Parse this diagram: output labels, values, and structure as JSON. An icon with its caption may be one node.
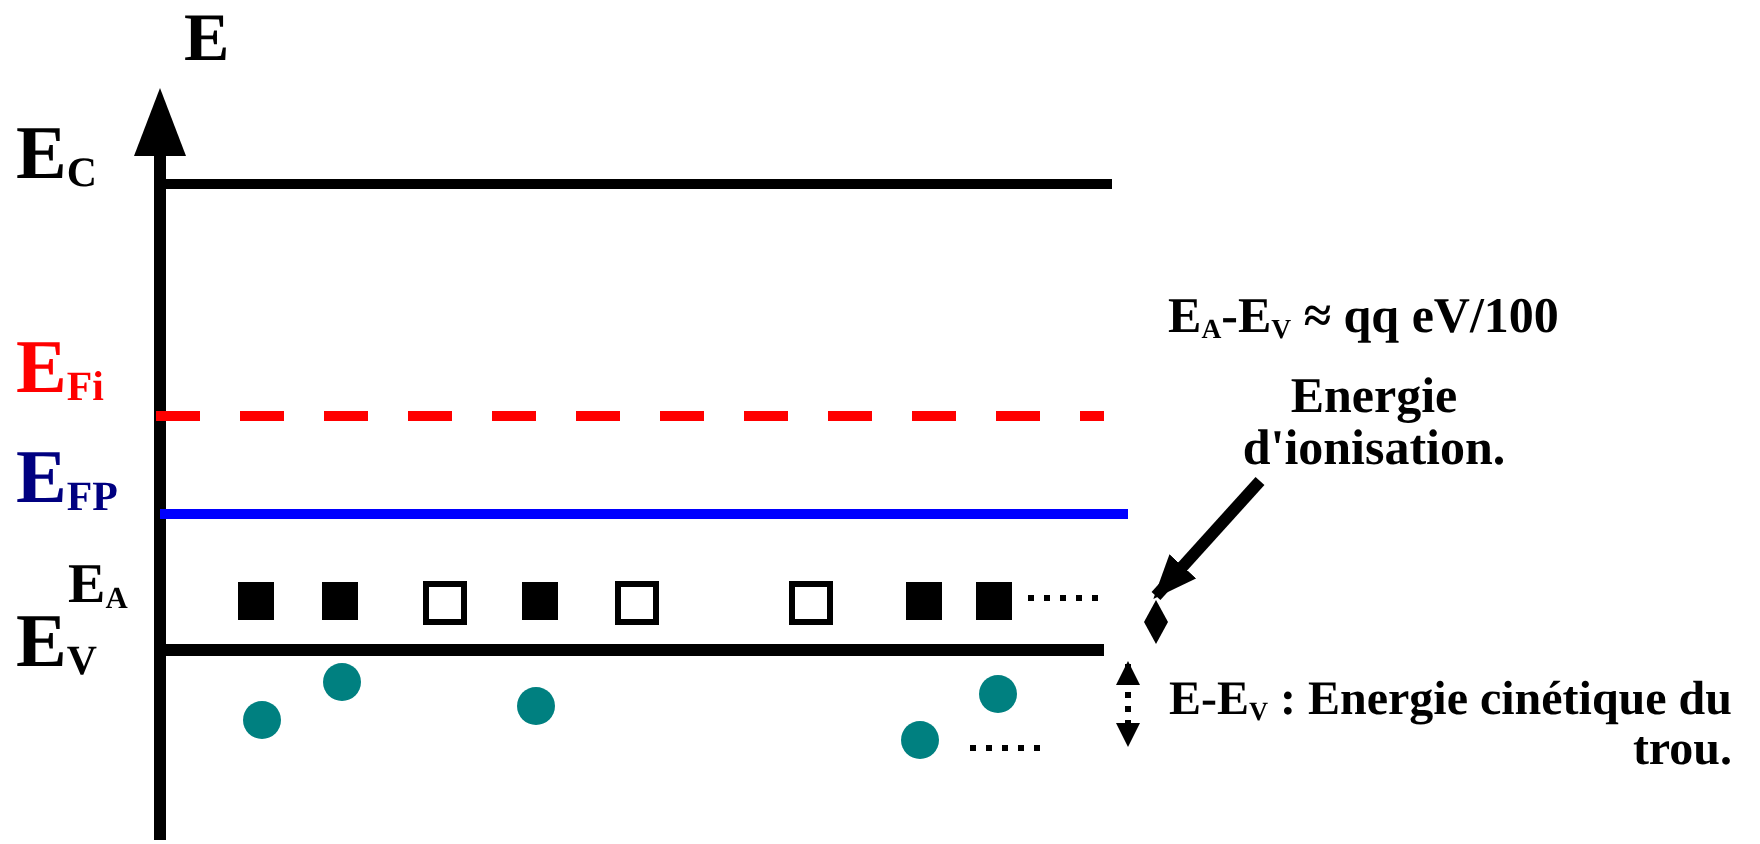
{
  "diagram": {
    "nodes": [
      {
        "text": [
          "Energie d'ionisation."
        ]
      },
      {
        "text": [],
        "shape": "diamond"
      }
    ],
    "edges": [
      {
        "from": 0,
        "to": 1,
        "arrow": "to"
      }
    ],
    "labels": [
      "E",
      "E$_{C}$",
      "E$_{A}$-E$_{V}$ ≈ qq eV/100",
      "E$_{Fi}$",
      "E$_{FP}$",
      "E$_{A}$",
      "E$_{V}$",
      "E-E$_{V}$ : Energie cinétique du trou."
    ]
  }
}
